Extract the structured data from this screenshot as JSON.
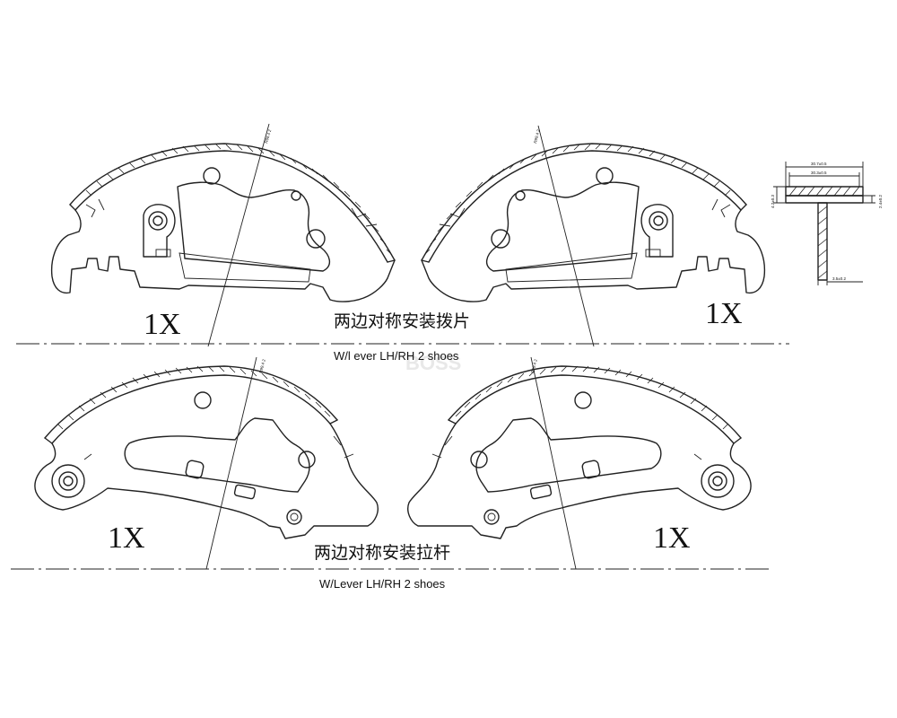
{
  "watermark": "BOSS",
  "top_row": {
    "left_qty": "1X",
    "right_qty": "1X",
    "caption_cn": "两边对称安装拨片",
    "caption_en": "W/l ever  LH/RH 2 shoes",
    "dim_left": "R99.4 2",
    "dim_right": "R99.4 2"
  },
  "bottom_row": {
    "left_qty": "1X",
    "right_qty": "1X",
    "caption_cn": "两边对称安装拉杆",
    "caption_en": "W/Lever  LH/RH 2 shoes",
    "dim_left": "R99.4 2",
    "dim_right": "R99.4 2"
  },
  "section_view": {
    "dim_top_outer": "30.7±0.5",
    "dim_top_inner": "30.3±0.5",
    "dim_left": "4.7±0.3",
    "dim_right": "2.4±0.2",
    "dim_bottom": "3.5±0.2"
  }
}
